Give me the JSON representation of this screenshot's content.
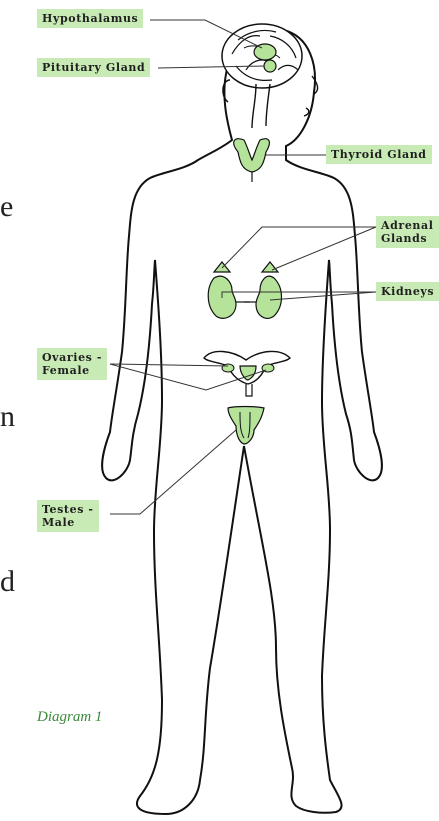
{
  "labels": {
    "hypothalamus": "Hypothalamus",
    "pituitary": "Pituitary Gland",
    "thyroid": "Thyroid Gland",
    "adrenal_line1": "Adrenal",
    "adrenal_line2": "Glands",
    "kidneys": "Kidneys",
    "ovaries_line1": "Ovaries -",
    "ovaries_line2": "Female",
    "testes_line1": "Testes -",
    "testes_line2": "Male"
  },
  "edge_fragments": [
    "e",
    "n",
    "d"
  ],
  "caption": "Diagram 1",
  "colors": {
    "gland_fill": "#b5e39a",
    "label_bg": "#c8ebb5",
    "outline": "#111111",
    "caption": "#3a8a3a"
  }
}
